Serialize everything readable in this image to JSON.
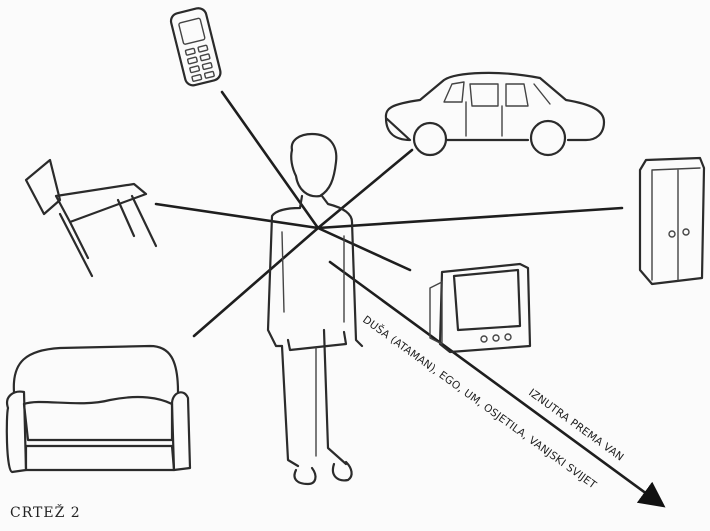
{
  "figure": {
    "caption": "CRTEŽ 2",
    "label_outward": "IZNUTRA PREMA VAN",
    "label_layers": "DUŠA (ATAMAN), EGO, UM, OSJETILA, VANJSKI SVIJET"
  },
  "objects": [
    "mobile-phone",
    "car",
    "wardrobe",
    "television",
    "sofa",
    "chair",
    "person"
  ],
  "colors": {
    "ink": "#2b2b2b",
    "paper": "#fbfbfb"
  }
}
